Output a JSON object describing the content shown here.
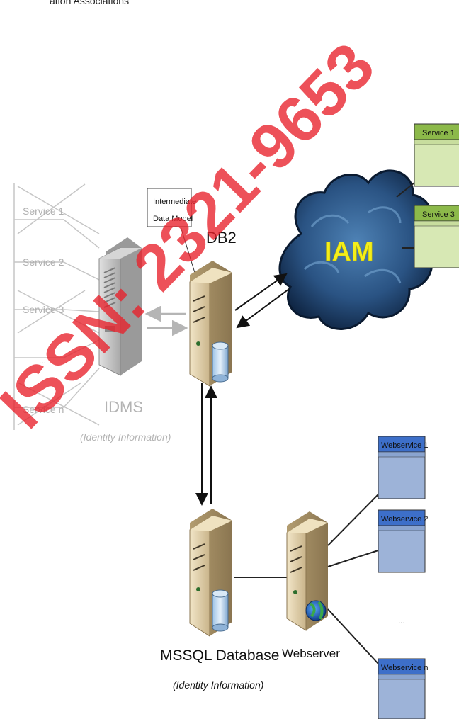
{
  "diagram": {
    "top_fragment": "ation Associations",
    "watermark": "ISSN: 2321-9653",
    "legacy_services": [
      "Service 1",
      "Service 2",
      "Service 3",
      "...",
      "Service n"
    ],
    "idms": {
      "title": "IDMS",
      "subtitle": "(Identity Information)"
    },
    "intermediate_note": [
      "Intermediate",
      "Data Model"
    ],
    "db2": {
      "title": "DB2"
    },
    "iam": {
      "title": "IAM"
    },
    "iam_services": [
      "Service 1",
      "Service 3"
    ],
    "mssql": {
      "title": "MSSQL Database",
      "subtitle": "(Identity Information)"
    },
    "webserver": {
      "title": "Webserver"
    },
    "webservices": [
      "Webservice 1",
      "Webservice 2",
      "...",
      "Webservice n"
    ],
    "colors": {
      "iam_service_header": "#8cb94a",
      "iam_service_body": "#d7e8b4",
      "webservice_header": "#3d6fc9",
      "webservice_body": "#9db3d8",
      "watermark": "#e8202a",
      "iam_text": "#f4ee1a"
    }
  }
}
